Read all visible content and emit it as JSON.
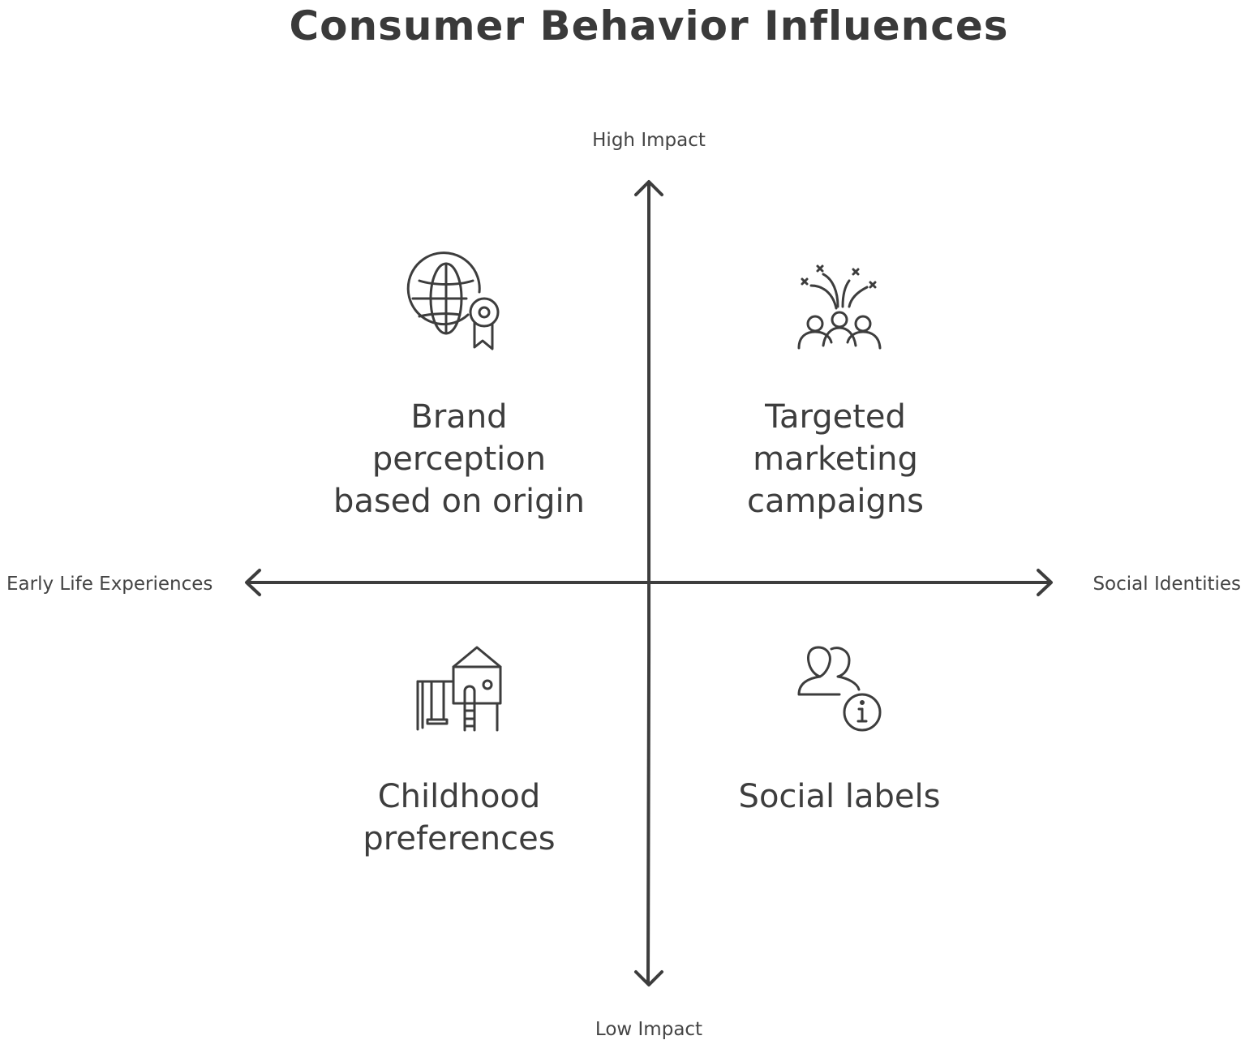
{
  "diagram": {
    "title": "Consumer Behavior Influences",
    "axes": {
      "top": "High Impact",
      "bottom": "Low Impact",
      "left": "Early Life Experiences",
      "right": "Social Identities"
    },
    "quadrants": {
      "top_left": {
        "label": "Brand\nperception\nbased on origin",
        "icon": "globe-award-icon"
      },
      "top_right": {
        "label": "Targeted\nmarketing\ncampaigns",
        "icon": "crowd-fireworks-icon"
      },
      "bottom_left": {
        "label": "Childhood\npreferences",
        "icon": "playground-icon"
      },
      "bottom_right": {
        "label": "Social labels",
        "icon": "people-info-icon"
      }
    },
    "colors": {
      "ink": "#3d3d3d",
      "background": "#ffffff"
    }
  }
}
